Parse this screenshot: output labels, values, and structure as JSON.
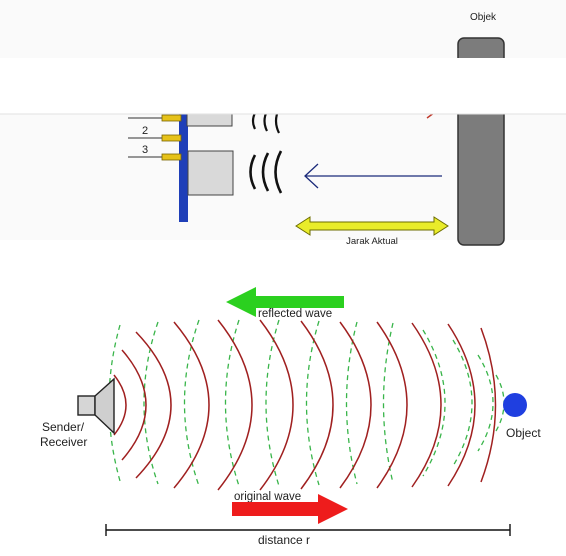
{
  "top_diagram": {
    "object_label": "Objek",
    "pin_labels": [
      "2",
      "3"
    ],
    "distance_label": "Jarak Aktual",
    "colors": {
      "pcb": "#1f3fb8",
      "pin": "#e6c21a",
      "transducer": "#d9d9d9",
      "object": "#7c7c7c",
      "echo_arrow": "#1a2a7a",
      "distance_arrow": "#e9ec2a"
    }
  },
  "bottom_diagram": {
    "reflected_label": "reflected wave",
    "original_label": "original wave",
    "sender_label_line1": "Sender/",
    "sender_label_line2": "Receiver",
    "object_label": "Object",
    "distance_label": "distance r",
    "colors": {
      "reflected_arrow": "#2bd01f",
      "original_arrow": "#ee1c1c",
      "solid_wave": "#a02020",
      "dashed_wave": "#39b54a",
      "object_dot": "#1f3fe0"
    }
  }
}
